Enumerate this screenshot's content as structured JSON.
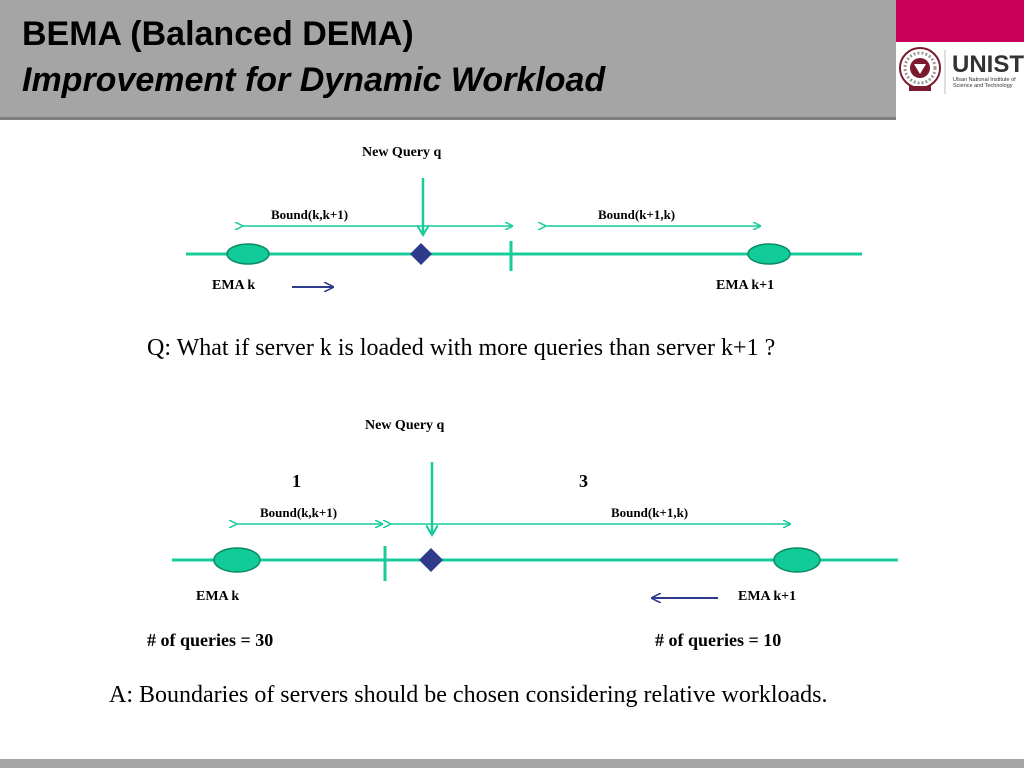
{
  "slide": {
    "title": "BEMA (Balanced DEMA)",
    "subtitle": "Improvement for Dynamic Workload"
  },
  "logo": {
    "text": "UNIST",
    "caption_line1": "Ulsan National Institute of",
    "caption_line2": "Science and Technology"
  },
  "diagram_top": {
    "new_query_label": "New Query q",
    "bound_left_label": "Bound(k,k+1)",
    "bound_right_label": "Bound(k+1,k)",
    "ema_left_label": "EMA k",
    "ema_right_label": "EMA k+1"
  },
  "question": "Q: What if server k is loaded with more queries than server k+1 ?",
  "diagram_bottom": {
    "new_query_label": "New Query q",
    "count_left": "1",
    "count_right": "3",
    "bound_left_label": "Bound(k,k+1)",
    "bound_right_label": "Bound(k+1,k)",
    "ema_left_label": "EMA k",
    "ema_right_label": "EMA k+1",
    "queries_left": "# of queries = 30",
    "queries_right": "# of queries = 10"
  },
  "answer": "A: Boundaries of servers should be chosen considering relative workloads.",
  "colors": {
    "line": "#17cc9a",
    "node_fill": "#11cc99",
    "node_stroke": "#0a8a66",
    "query_marker": "#2e3a8c",
    "arrow": "#2e3a8c",
    "header": "#a5a5a5",
    "brand": "#c8005a"
  }
}
